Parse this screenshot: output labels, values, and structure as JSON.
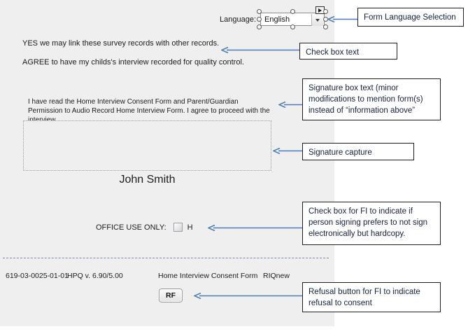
{
  "form": {
    "language": {
      "label": "Language:",
      "selected": "English",
      "dropdown_icon": "chevron-down-icon"
    },
    "statements": [
      "YES we may link these survey records with other records.",
      "AGREE to have my childs's interview recorded for quality control."
    ],
    "signature": {
      "consent_text": "I have read the Home Interview Consent Form and Parent/Guardian Permission to Audio Record Home Interview Form.  I agree to proceed with the interview.",
      "signer_name": "John Smith"
    },
    "office_use": {
      "label": "OFFICE USE ONLY:",
      "checkbox_checked": false,
      "checkbox_letter": "H"
    },
    "footer": {
      "form_id": "619-03-0025-01-01",
      "version": "HPQ v. 6.90/5.00",
      "form_name": "Home Interview Consent Form",
      "tag": "RIQnew"
    },
    "refusal_button": "RF"
  },
  "annotations": [
    {
      "id": "language",
      "text": "Form Language Selection"
    },
    {
      "id": "checkbox-text",
      "text": "Check box text"
    },
    {
      "id": "signature-text",
      "text": "Signature box text (minor modifications to mention form(s) instead of “information above”"
    },
    {
      "id": "signature-capture",
      "text": "Signature capture"
    },
    {
      "id": "office-checkbox",
      "text": "Check box for FI to indicate if person signing prefers to not sign electronically but hardcopy."
    },
    {
      "id": "refusal",
      "text": "Refusal button for FI to indicate refusal to consent"
    }
  ],
  "colors": {
    "panel_background": "#efefef",
    "arrow": "#4a7ebb",
    "callout_border": "#1f1f1f",
    "callout_text": "#14213d"
  }
}
